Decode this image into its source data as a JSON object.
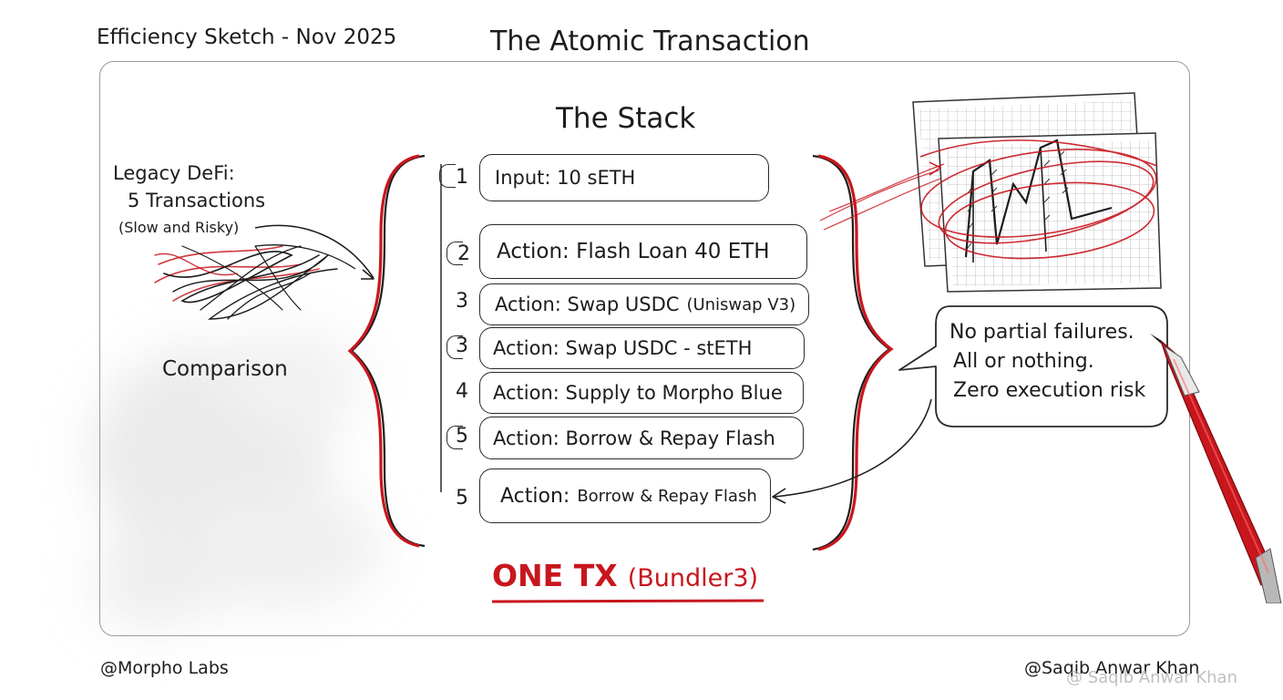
{
  "header": {
    "sketch_label": "Efficiency Sketch - Nov 2025",
    "title": "The Atomic Transaction"
  },
  "stack": {
    "title": "The Stack",
    "steps": [
      {
        "num": "1",
        "text": "Input: 10 sETH"
      },
      {
        "num": "2",
        "text": "Action: Flash Loan 40 ETH"
      },
      {
        "num": "3",
        "text": "Action: Swap USDC",
        "suffix": "(Uniswap V3)"
      },
      {
        "num": "3",
        "text": "Action: Swap USDC - stETH"
      },
      {
        "num": "4",
        "text": "Action: Supply to Morpho Blue"
      },
      {
        "num": "5",
        "text": "Action: Borrow & Repay Flash"
      },
      {
        "num": "5",
        "text": "Action:",
        "suffix": "Borrow & Repay Flash"
      }
    ],
    "footer_main": "ONE TX",
    "footer_paren": "(Bundler3)"
  },
  "legacy": {
    "line1": "Legacy DeFi:",
    "line2": "5 Transactions",
    "line3": "(Slow and Risky)",
    "comparison": "Comparison"
  },
  "bubble": {
    "line1": "No partial failures.",
    "line2": "All or nothing.",
    "line3": "Zero execution risk"
  },
  "footer": {
    "left": "@Morpho Labs",
    "right": "@Saqib Anwar Khan",
    "watermark": "@ Saqib Anwar Khan"
  },
  "colors": {
    "accent_red": "#c8161d",
    "ink": "#1c1c1c",
    "frame": "#9a9a9a"
  }
}
